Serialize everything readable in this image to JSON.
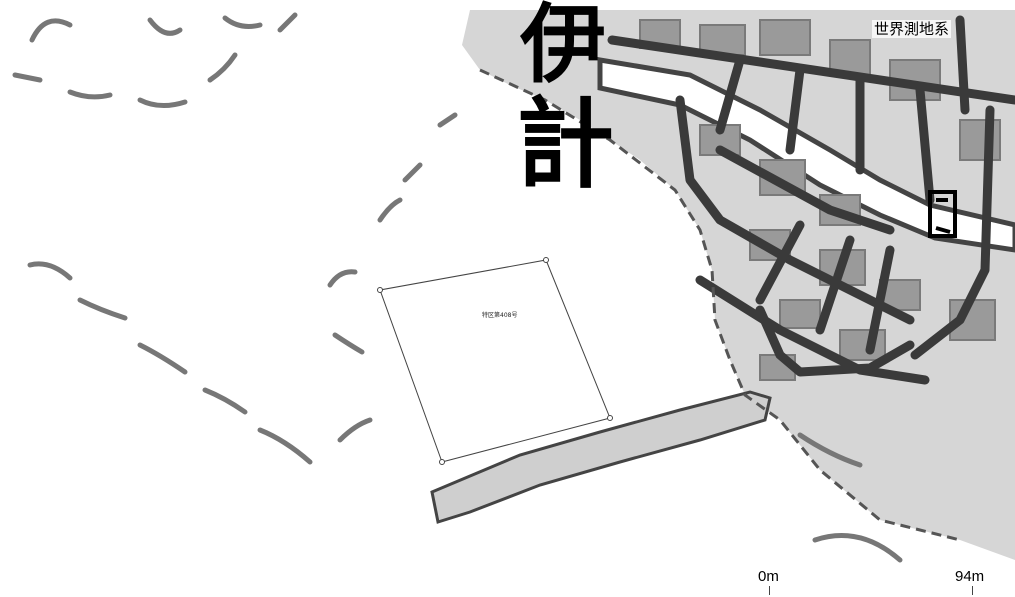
{
  "map": {
    "large_chars": [
      "伊",
      "計"
    ],
    "datum_label": "世界測地系",
    "zone_label": "特区第408号",
    "scale": {
      "start_label": "0m",
      "end_label": "94m"
    },
    "colors": {
      "land": "#d6d6d6",
      "road": "#3a3a3a",
      "building": "#9a9a9a",
      "water": "#ffffff",
      "outline": "#555555"
    }
  }
}
